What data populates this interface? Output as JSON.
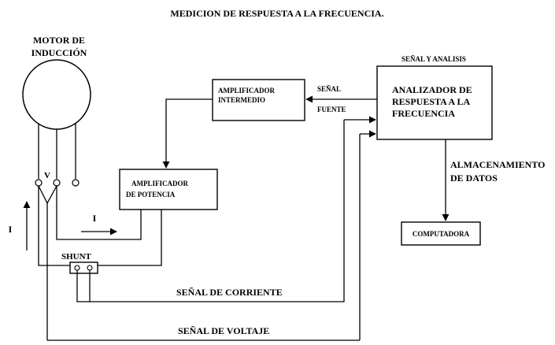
{
  "title": "MEDICION DE RESPUESTA A LA FRECUENCIA.",
  "motor": {
    "line1": "MOTOR DE",
    "line2": "INDUCCIÓN"
  },
  "blocks": {
    "amp_intermedio": {
      "line1": "AMPLIFICADOR",
      "line2": "INTERMEDIO"
    },
    "amp_potencia": {
      "line1": "AMPLIFICADOR",
      "line2": "DE POTENCIA"
    },
    "analizador": {
      "header": "SEÑAL Y ANALISIS",
      "line1": "ANALIZADOR DE",
      "line2": "RESPUESTA A LA",
      "line3": "FRECUENCIA"
    },
    "computadora": {
      "label": "COMPUTADORA"
    },
    "shunt": {
      "label": "SHUNT"
    }
  },
  "labels": {
    "senal_fuente_1": "SEÑAL",
    "senal_fuente_2": "FUENTE",
    "almacenamiento_1": "ALMACENAMIENTO",
    "almacenamiento_2": "DE DATOS",
    "voltage_node": "V",
    "current_left": "I",
    "current_mid": "I",
    "senal_corriente": "SEÑAL DE CORRIENTE",
    "senal_voltaje": "SEÑAL DE VOLTAJE"
  }
}
